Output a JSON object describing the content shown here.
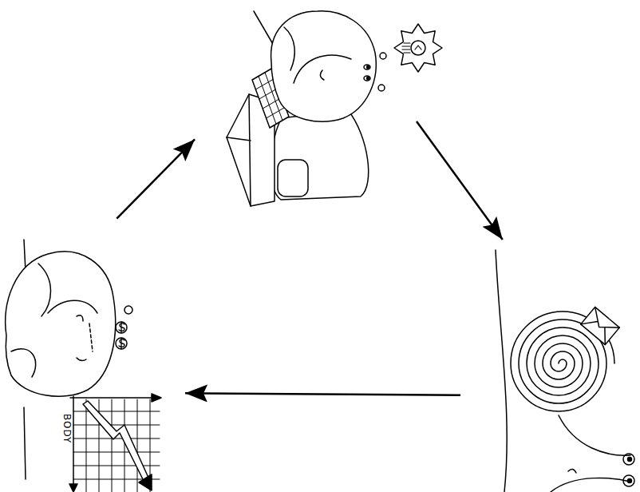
{
  "diagram": {
    "nodes": [
      {
        "text": []
      },
      {
        "text": []
      },
      {
        "text": [
          "BODY"
        ]
      }
    ],
    "edges": [
      {
        "from": 0,
        "to": 1,
        "arrow": "to"
      },
      {
        "from": 1,
        "to": 2,
        "arrow": "to"
      },
      {
        "from": 2,
        "to": 0,
        "arrow": "to"
      }
    ]
  }
}
